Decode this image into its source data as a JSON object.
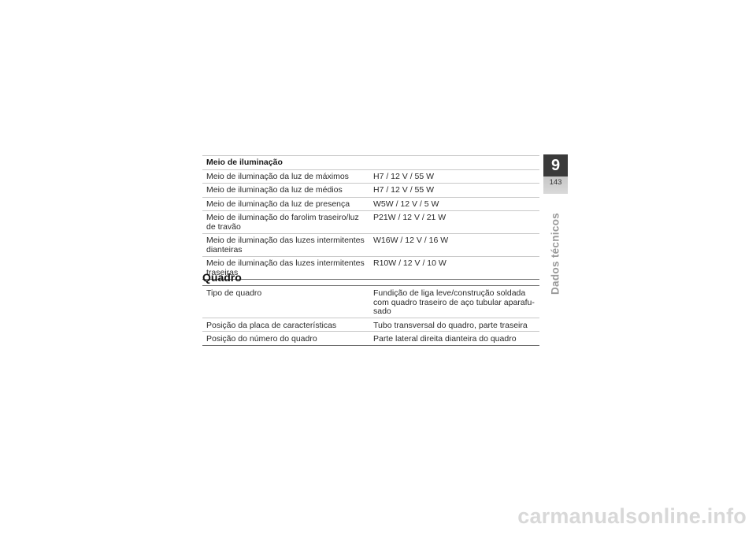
{
  "lighting": {
    "heading": "Meio de iluminação",
    "rows": [
      {
        "label": "Meio de iluminação da luz de máximos",
        "value": "H7 / 12 V / 55 W"
      },
      {
        "label": "Meio de iluminação da luz de médios",
        "value": "H7 / 12 V / 55 W"
      },
      {
        "label": "Meio de iluminação da luz de presença",
        "value": "W5W / 12 V / 5 W"
      },
      {
        "label": "Meio de iluminação do farolim traseiro/luz de travão",
        "value": "P21W / 12 V / 21 W"
      },
      {
        "label": "Meio de iluminação das luzes intermitentes dianteiras",
        "value": "W16W / 12 V / 16 W"
      },
      {
        "label": "Meio de iluminação das luzes intermitentes traseiras",
        "value": "R10W / 12 V / 10 W"
      }
    ]
  },
  "frame": {
    "heading": "Quadro",
    "rows": [
      {
        "label": "Tipo de quadro",
        "value": "Fundição de liga leve/construção soldada com quadro traseiro de aço tubular aparafu-sado"
      },
      {
        "label": "Posição da placa de características",
        "value": "Tubo transversal do quadro, parte traseira"
      },
      {
        "label": "Posição do número do quadro",
        "value": "Parte lateral direita dianteira do quadro"
      }
    ]
  },
  "chapter": {
    "number": "9",
    "page": "143",
    "title": "Dados técnicos"
  },
  "watermark": "carmanualsonline.info"
}
